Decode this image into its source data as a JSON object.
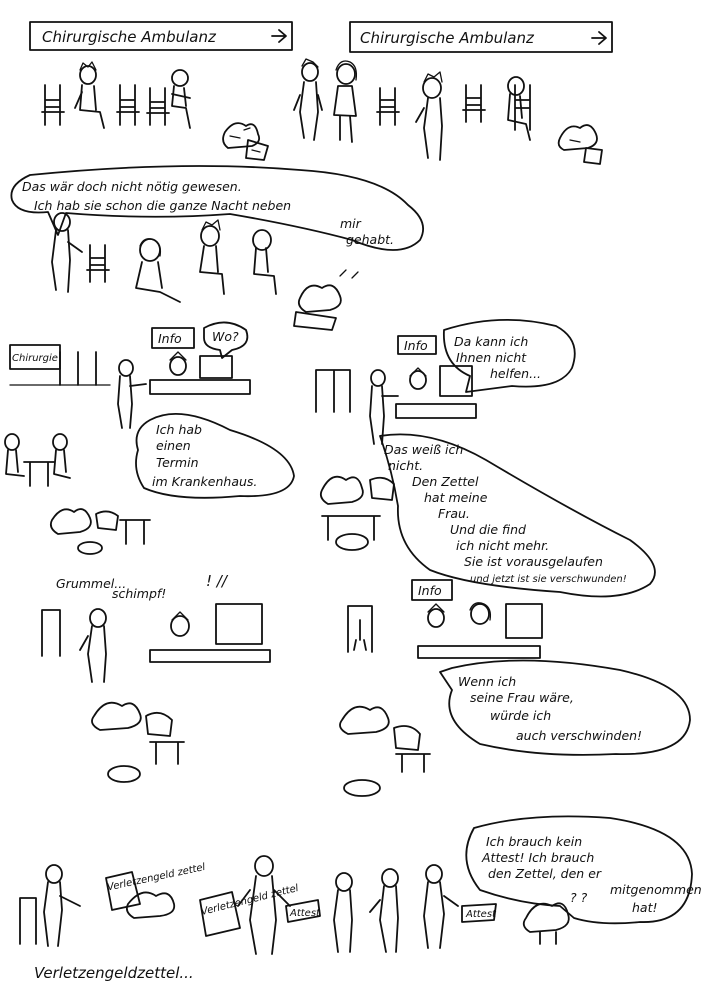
{
  "panel1": {
    "sign_left": "Chirurgische Ambulanz",
    "sign_right": "Chirurgische Ambulanz"
  },
  "panel2": {
    "speech_lines": [
      "Das wär doch nicht nötig gewesen.",
      "Ich hab sie schon die ganze Nacht neben",
      "mir",
      "gehabt."
    ]
  },
  "panel3": {
    "wall_sign": "Chirurgie",
    "info_sign": "Info",
    "receptionist_speech": "Wo?",
    "man_speech_lines": [
      "Ich hab",
      "einen",
      "Termin",
      "im Krankenhaus."
    ]
  },
  "panel4": {
    "info_sign": "Info",
    "receptionist_speech_lines": [
      "Da kann ich",
      "Ihnen nicht",
      "helfen..."
    ],
    "man_speech_lines": [
      "Das weiß ich",
      "nicht.",
      "Den Zettel",
      "hat meine",
      "Frau.",
      "Und die find",
      "ich nicht mehr.",
      "Sie ist vorausgelaufen",
      "und jetzt ist sie verschwunden!"
    ]
  },
  "panel5": {
    "mutter_lines": [
      "Grummel...",
      "schimpf!"
    ],
    "exclaim": "! //"
  },
  "panel6": {
    "info_sign": "Info",
    "speech_lines": [
      "Wenn ich",
      "seine Frau wäre,",
      "würde ich",
      "auch verschwinden!"
    ]
  },
  "panel7": {
    "caption": "Verletzengeldzettel...",
    "paper_labels": [
      "Verletzengeld zettel",
      "Verletzengeld zettel",
      "Attest",
      "Attest"
    ],
    "speech_lines": [
      "Ich brauch kein",
      "Attest! Ich brauch",
      "den Zettel, den er",
      "mitgenommen",
      "hat!"
    ],
    "question": "? ?"
  }
}
